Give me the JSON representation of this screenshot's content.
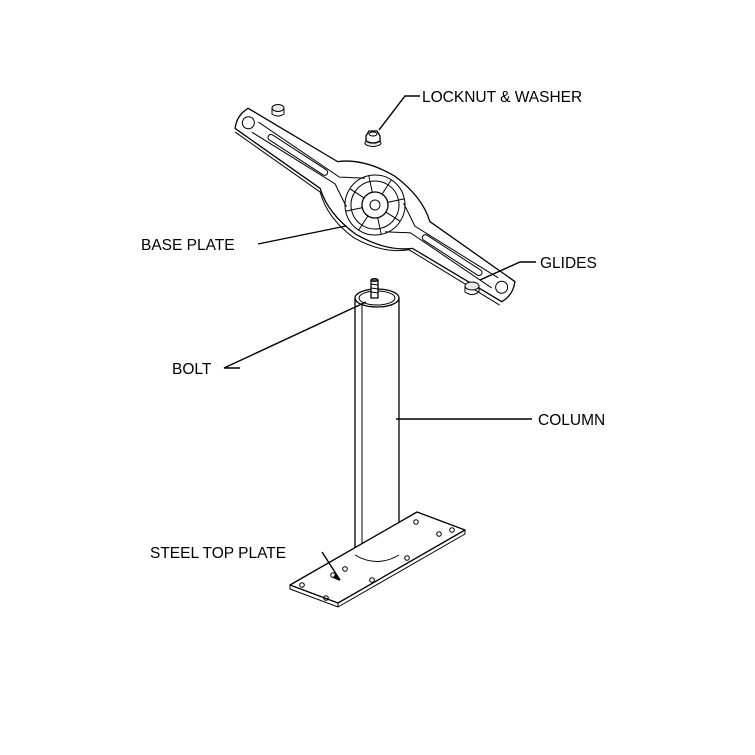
{
  "labels": {
    "locknut": "LOCKNUT & WASHER",
    "base_plate": "BASE PLATE",
    "glides": "GLIDES",
    "bolt": "BOLT",
    "column": "COLUMN",
    "top_plate": "STEEL TOP PLATE"
  }
}
